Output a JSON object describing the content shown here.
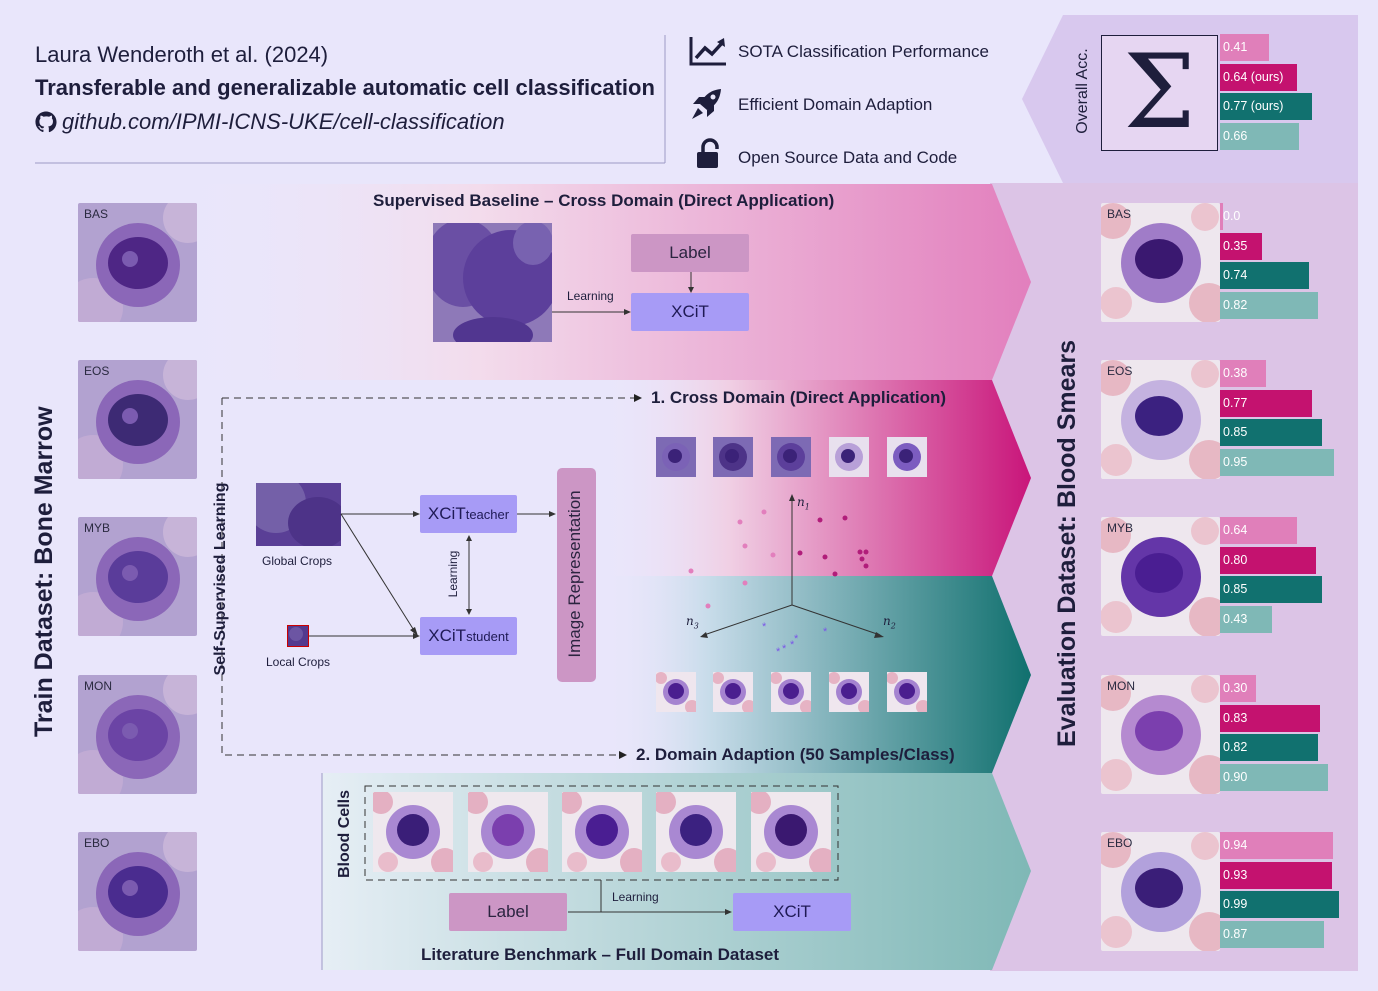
{
  "header": {
    "authors": "Laura Wenderoth et al. (2024)",
    "title": "Transferable and generalizable automatic cell classification",
    "repo": "github.com/IPMI-ICNS-UKE/cell-classification",
    "features": [
      {
        "icon": "chart-trend-icon",
        "label": "SOTA Classification Performance"
      },
      {
        "icon": "rocket-icon",
        "label": "Efficient Domain Adaption"
      },
      {
        "icon": "unlock-icon",
        "label": "Open Source Data and Code"
      }
    ]
  },
  "overall": {
    "label": "Overall Acc.",
    "symbol": "Σ",
    "values": [
      "0.41",
      "0.64 (ours)",
      "0.77 (ours)",
      "0.66"
    ],
    "fractions": [
      0.41,
      0.64,
      0.77,
      0.66
    ]
  },
  "train_label": "Train Dataset: Bone Marrow",
  "eval_label": "Evaluation Dataset: Blood Smears",
  "train_cells": [
    "BAS",
    "EOS",
    "MYB",
    "MON",
    "EBO"
  ],
  "eval_cells": [
    {
      "tag": "BAS",
      "values": [
        "0.0",
        "0.35",
        "0.74",
        "0.82"
      ],
      "fractions": [
        0.0,
        0.35,
        0.74,
        0.82
      ]
    },
    {
      "tag": "EOS",
      "values": [
        "0.38",
        "0.77",
        "0.85",
        "0.95"
      ],
      "fractions": [
        0.38,
        0.77,
        0.85,
        0.95
      ]
    },
    {
      "tag": "MYB",
      "values": [
        "0.64",
        "0.80",
        "0.85",
        "0.43"
      ],
      "fractions": [
        0.64,
        0.8,
        0.85,
        0.43
      ]
    },
    {
      "tag": "MON",
      "values": [
        "0.30",
        "0.83",
        "0.82",
        "0.90"
      ],
      "fractions": [
        0.3,
        0.83,
        0.82,
        0.9
      ]
    },
    {
      "tag": "EBO",
      "values": [
        "0.94",
        "0.93",
        "0.99",
        "0.87"
      ],
      "fractions": [
        0.94,
        0.93,
        0.99,
        0.87
      ]
    }
  ],
  "bar_colors": [
    "#e07fba",
    "#c4126f",
    "#11716f",
    "#7fb8b6"
  ],
  "supervised": {
    "title": "Supervised Baseline – Cross Domain (Direct Application)",
    "label": "Label",
    "model": "XCiT",
    "arrow_label": "Learning"
  },
  "ssl": {
    "side_label": "Self-Supervised Learning",
    "global_crops": "Global Crops",
    "local_crops": "Local Crops",
    "teacher_base": "XCiT",
    "teacher_sub": "teacher",
    "student_base": "XCiT",
    "student_sub": "student",
    "learning": "Learning",
    "representation": "Image  Representation"
  },
  "cross_domain_title": "1. Cross Domain (Direct Application)",
  "domain_adaption_title": "2. Domain Adaption (50 Samples/Class)",
  "axes": {
    "n1": "n",
    "n1_sub": "1",
    "n2": "n",
    "n2_sub": "2",
    "n3": "n",
    "n3_sub": "3"
  },
  "benchmark": {
    "side_label": "Blood Cells",
    "label": "Label",
    "model": "XCiT",
    "arrow_label": "Learning",
    "title": "Literature Benchmark – Full Domain Dataset"
  }
}
